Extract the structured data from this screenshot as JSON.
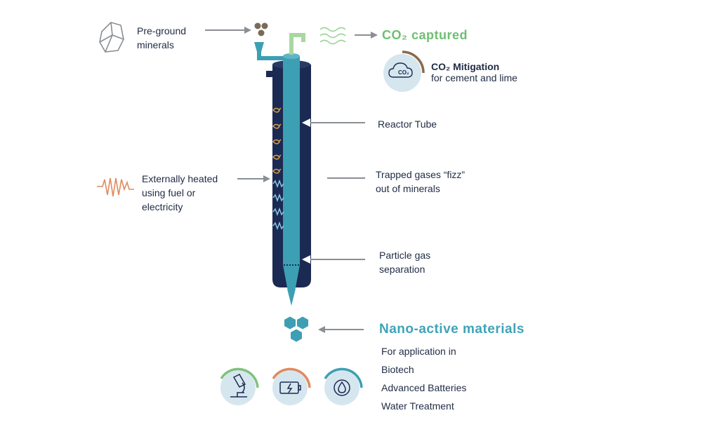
{
  "inputs": {
    "minerals_label": [
      "Pre-ground",
      "minerals"
    ],
    "heat_label": [
      "Externally heated",
      "using fuel or",
      "electricity"
    ]
  },
  "outputs": {
    "co2_captured": "CO₂ captured",
    "co2_icon_text": "CO₂",
    "mitigation_title": "CO₂ Mitigation",
    "mitigation_sub": "for cement and lime"
  },
  "callouts": {
    "reactor_tube": "Reactor Tube",
    "trapped_gases": [
      "Trapped gases “fizz”",
      "out of minerals"
    ],
    "separation": [
      "Particle gas",
      "separation"
    ]
  },
  "products": {
    "title": "Nano-active materials",
    "applications": [
      "For application in",
      "Biotech",
      "Advanced Batteries",
      "Water Treatment"
    ]
  },
  "colors": {
    "navy": "#1b2a52",
    "teal": "#3d9fb3",
    "green": "#6fbf73",
    "orange": "#e08a5e",
    "gray": "#8a8f94",
    "icon_bg": "#d6e6ef"
  },
  "icons": [
    "rock-icon",
    "granules-icon",
    "heat-wave-icon",
    "gas-wave-icon",
    "co2-cloud-icon",
    "hexagons-icon",
    "microscope-icon",
    "battery-icon",
    "water-drop-icon"
  ]
}
